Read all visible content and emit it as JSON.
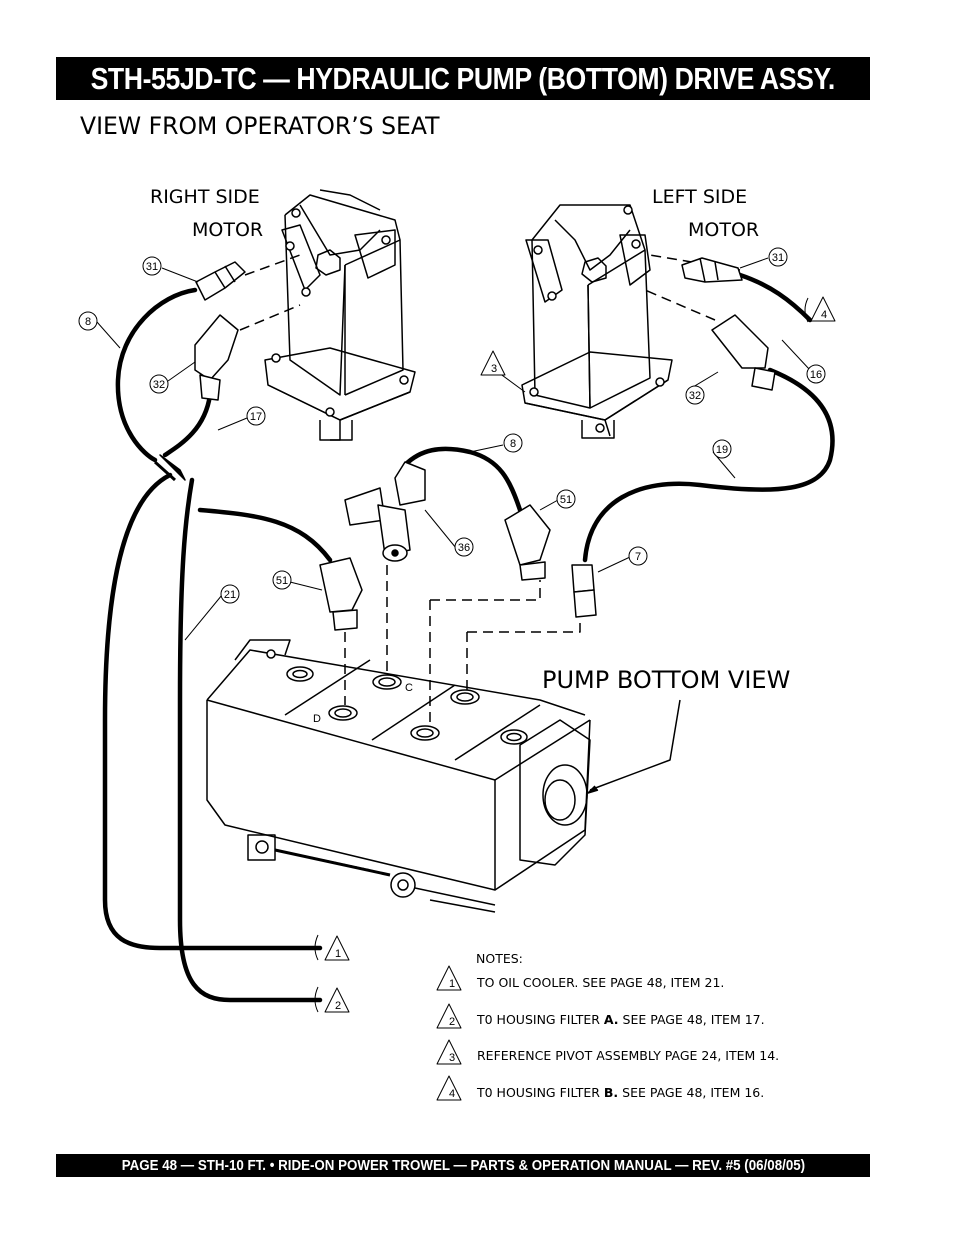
{
  "header": {
    "title": "STH-55JD-TC — HYDRAULIC PUMP (BOTTOM) DRIVE ASSY."
  },
  "view_label": "VIEW FROM OPERATOR’S SEAT",
  "labels": {
    "right_side": "RIGHT SIDE",
    "right_motor": "MOTOR",
    "left_side": "LEFT SIDE",
    "left_motor": "MOTOR",
    "pump_bottom_view": "PUMP BOTTOM VIEW",
    "port_c": "C",
    "port_d": "D"
  },
  "callouts": [
    "31",
    "8",
    "32",
    "17",
    "31",
    "16",
    "32",
    "8",
    "51",
    "19",
    "36",
    "7",
    "51",
    "21"
  ],
  "markers": [
    "1",
    "2",
    "3",
    "4"
  ],
  "notes": {
    "heading": "NOTES:",
    "items": [
      {
        "num": "1",
        "pre": "TO OIL COOLER. SEE PAGE 48, ITEM 21.",
        "bold": "",
        "post": ""
      },
      {
        "num": "2",
        "pre": "T0 HOUSING FILTER ",
        "bold": "A.",
        "post": " SEE PAGE 48, ITEM 17."
      },
      {
        "num": "3",
        "pre": "REFERENCE PIVOT ASSEMBLY PAGE 24, ITEM 14.",
        "bold": "",
        "post": ""
      },
      {
        "num": "4",
        "pre": "T0 HOUSING FILTER ",
        "bold": "B.",
        "post": " SEE PAGE 48, ITEM 16."
      }
    ]
  },
  "footer": {
    "text": "PAGE 48 — STH-10 FT. • RIDE-ON POWER TROWEL — PARTS & OPERATION MANUAL — REV. #5 (06/08/05)"
  }
}
